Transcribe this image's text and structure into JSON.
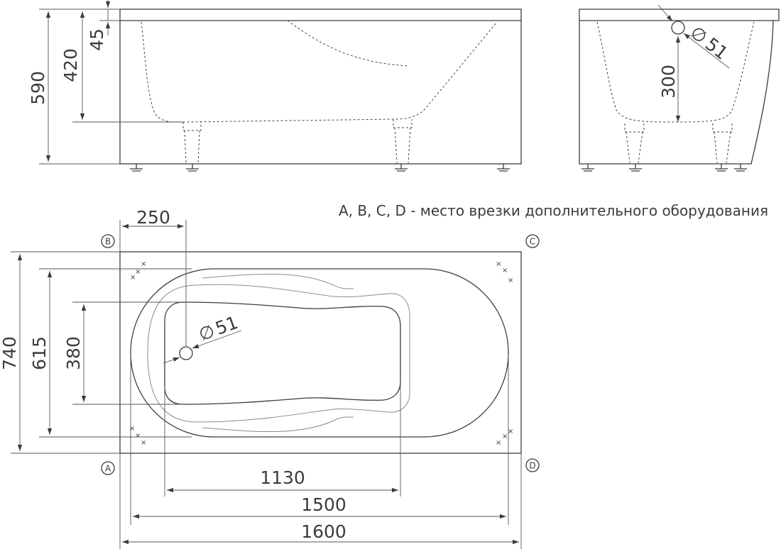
{
  "note": "A, B, C, D - место врезки дополнительного оборудования",
  "markers": {
    "a": "A",
    "b": "B",
    "c": "C",
    "d": "D"
  },
  "front_view": {
    "height_total": "590",
    "height_floor": "420",
    "rim": "45"
  },
  "side_view": {
    "overflow_height": "300",
    "overflow_diameter": "51"
  },
  "top_view": {
    "drain_offset": "250",
    "drain_diameter": "51",
    "width_outer": "740",
    "width_bowl": "615",
    "width_bottom": "380",
    "length_bottom": "1130",
    "length_bowl": "1500",
    "length_outer": "1600"
  },
  "symbols": {
    "diameter": "∅",
    "cross": "×"
  },
  "colors": {
    "line": "#3c3c3c",
    "background": "#ffffff"
  }
}
